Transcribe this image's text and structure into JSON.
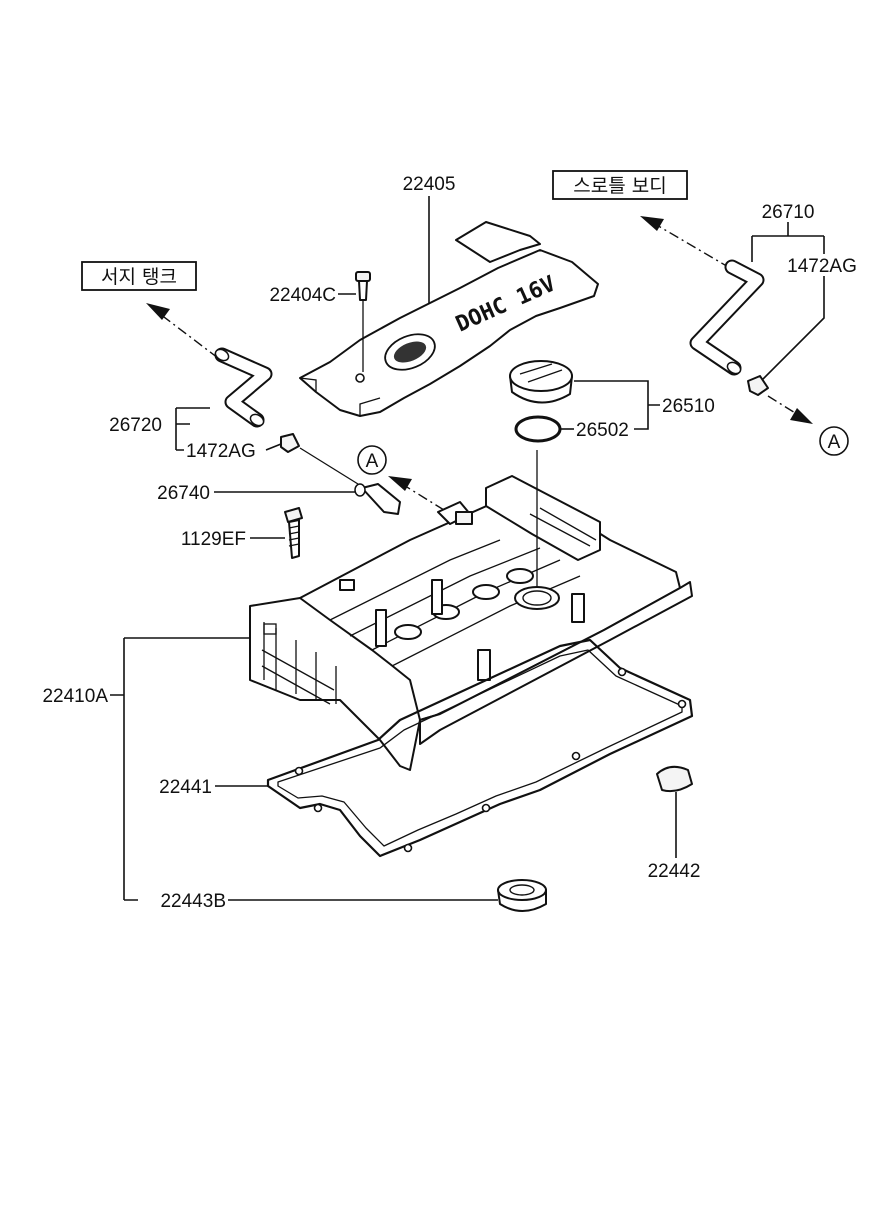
{
  "part_labels": {
    "p22405": "22405",
    "p22404C": "22404C",
    "p26720": "26720",
    "p1472AG_left": "1472AG",
    "p26740": "26740",
    "p1129EF": "1129EF",
    "p22410A": "22410A",
    "p22441": "22441",
    "p22443B": "22443B",
    "p22442": "22442",
    "p26710": "26710",
    "p1472AG_right": "1472AG",
    "p26510": "26510",
    "p26502": "26502"
  },
  "boxed_labels": {
    "surge_tank": "서지 탱크",
    "throttle_body": "스로틀 보디"
  },
  "connection_marks": {
    "left": "A",
    "right": "A"
  },
  "cover_markings": {
    "engine_text": "DOHC 16V"
  }
}
